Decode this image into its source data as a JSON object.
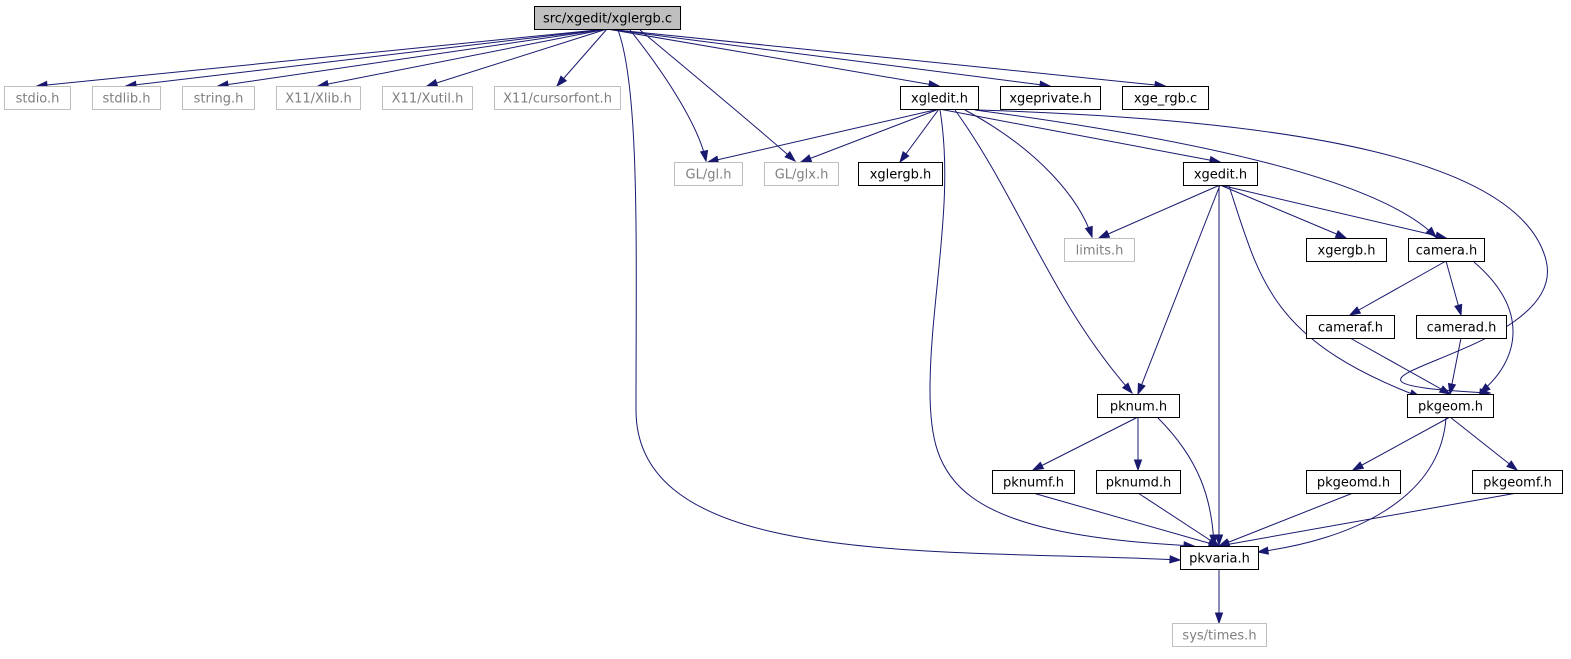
{
  "graph": {
    "colors": {
      "edge": "#191970",
      "root_fill": "#bfbfbf",
      "documented_border": "#000000",
      "undocumented_border": "#bfbfbf",
      "undocumented_text": "#7f7f7f",
      "text": "#000000"
    },
    "nodes": [
      {
        "id": "xglergb_c",
        "label": "src/xgedit/xglergb.c",
        "kind": "root"
      },
      {
        "id": "stdio",
        "label": "stdio.h",
        "kind": "external"
      },
      {
        "id": "stdlib",
        "label": "stdlib.h",
        "kind": "external"
      },
      {
        "id": "string",
        "label": "string.h",
        "kind": "external"
      },
      {
        "id": "xlib",
        "label": "X11/Xlib.h",
        "kind": "external"
      },
      {
        "id": "xutil",
        "label": "X11/Xutil.h",
        "kind": "external"
      },
      {
        "id": "cursorfont",
        "label": "X11/cursorfont.h",
        "kind": "external"
      },
      {
        "id": "xgledit",
        "label": "xgledit.h",
        "kind": "documented"
      },
      {
        "id": "xgeprivate",
        "label": "xgeprivate.h",
        "kind": "documented"
      },
      {
        "id": "xge_rgb",
        "label": "xge_rgb.c",
        "kind": "documented"
      },
      {
        "id": "gl",
        "label": "GL/gl.h",
        "kind": "external"
      },
      {
        "id": "glx",
        "label": "GL/glx.h",
        "kind": "external"
      },
      {
        "id": "xglergb_h",
        "label": "xglergb.h",
        "kind": "documented"
      },
      {
        "id": "xgedit",
        "label": "xgedit.h",
        "kind": "documented"
      },
      {
        "id": "limits",
        "label": "limits.h",
        "kind": "external"
      },
      {
        "id": "xgergb",
        "label": "xgergb.h",
        "kind": "documented"
      },
      {
        "id": "camera",
        "label": "camera.h",
        "kind": "documented"
      },
      {
        "id": "cameraf",
        "label": "cameraf.h",
        "kind": "documented"
      },
      {
        "id": "camerad",
        "label": "camerad.h",
        "kind": "documented"
      },
      {
        "id": "pknum",
        "label": "pknum.h",
        "kind": "documented"
      },
      {
        "id": "pkgeom",
        "label": "pkgeom.h",
        "kind": "documented"
      },
      {
        "id": "pknumf",
        "label": "pknumf.h",
        "kind": "documented"
      },
      {
        "id": "pknumd",
        "label": "pknumd.h",
        "kind": "documented"
      },
      {
        "id": "pkgeomd",
        "label": "pkgeomd.h",
        "kind": "documented"
      },
      {
        "id": "pkgeomf",
        "label": "pkgeomf.h",
        "kind": "documented"
      },
      {
        "id": "pkvaria",
        "label": "pkvaria.h",
        "kind": "documented"
      },
      {
        "id": "systimes",
        "label": "sys/times.h",
        "kind": "external"
      }
    ],
    "edges": [
      {
        "from": "xglergb_c",
        "to": "stdio"
      },
      {
        "from": "xglergb_c",
        "to": "stdlib"
      },
      {
        "from": "xglergb_c",
        "to": "string"
      },
      {
        "from": "xglergb_c",
        "to": "xlib"
      },
      {
        "from": "xglergb_c",
        "to": "xutil"
      },
      {
        "from": "xglergb_c",
        "to": "cursorfont"
      },
      {
        "from": "xglergb_c",
        "to": "gl"
      },
      {
        "from": "xglergb_c",
        "to": "glx"
      },
      {
        "from": "xglergb_c",
        "to": "xgledit"
      },
      {
        "from": "xglergb_c",
        "to": "xgeprivate"
      },
      {
        "from": "xglergb_c",
        "to": "xge_rgb"
      },
      {
        "from": "xglergb_c",
        "to": "pkvaria"
      },
      {
        "from": "xgledit",
        "to": "gl"
      },
      {
        "from": "xgledit",
        "to": "glx"
      },
      {
        "from": "xgledit",
        "to": "xglergb_h"
      },
      {
        "from": "xgledit",
        "to": "limits"
      },
      {
        "from": "xgledit",
        "to": "xgedit"
      },
      {
        "from": "xgledit",
        "to": "camera"
      },
      {
        "from": "xgledit",
        "to": "pknum"
      },
      {
        "from": "xgledit",
        "to": "pkgeom"
      },
      {
        "from": "xgledit",
        "to": "pkvaria"
      },
      {
        "from": "xgedit",
        "to": "limits"
      },
      {
        "from": "xgedit",
        "to": "xgergb"
      },
      {
        "from": "xgedit",
        "to": "camera"
      },
      {
        "from": "xgedit",
        "to": "pknum"
      },
      {
        "from": "xgedit",
        "to": "pkgeom"
      },
      {
        "from": "xgedit",
        "to": "pkvaria"
      },
      {
        "from": "camera",
        "to": "cameraf"
      },
      {
        "from": "camera",
        "to": "camerad"
      },
      {
        "from": "camera",
        "to": "pkgeom"
      },
      {
        "from": "cameraf",
        "to": "pkgeom"
      },
      {
        "from": "camerad",
        "to": "pkgeom"
      },
      {
        "from": "pknum",
        "to": "pknumf"
      },
      {
        "from": "pknum",
        "to": "pknumd"
      },
      {
        "from": "pknum",
        "to": "pkvaria"
      },
      {
        "from": "pknumf",
        "to": "pkvaria"
      },
      {
        "from": "pknumd",
        "to": "pkvaria"
      },
      {
        "from": "pkgeom",
        "to": "pkgeomd"
      },
      {
        "from": "pkgeom",
        "to": "pkgeomf"
      },
      {
        "from": "pkgeom",
        "to": "pkvaria"
      },
      {
        "from": "pkgeomd",
        "to": "pkvaria"
      },
      {
        "from": "pkgeomf",
        "to": "pkvaria"
      },
      {
        "from": "pkvaria",
        "to": "systimes"
      }
    ]
  }
}
